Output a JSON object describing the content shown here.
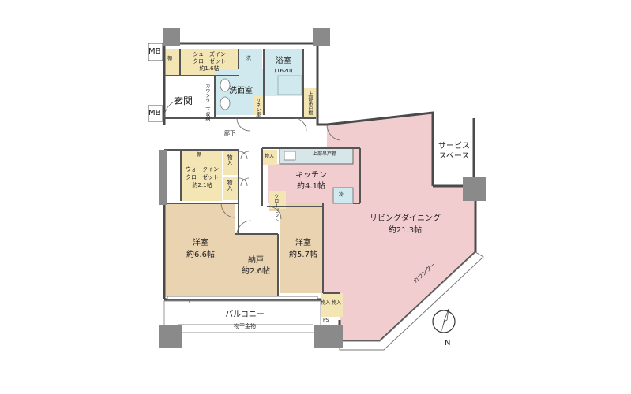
{
  "floorplan": {
    "colors": {
      "living": "#f2cdd0",
      "western": "#e9d3b0",
      "closet": "#f3e6b4",
      "wet": "#cfe9ee",
      "wall": "#4a4a4a",
      "column": "#8a8a8a",
      "floor": "#ffffff"
    },
    "rooms": {
      "living": {
        "name": "リビングダイニング",
        "area": "約21.3帖"
      },
      "kitchen": {
        "name": "キッチン",
        "area": "約4.1帖"
      },
      "western1": {
        "name": "洋室",
        "area": "約6.6帖"
      },
      "storage_room": {
        "name": "納戸",
        "area": "約2.6帖"
      },
      "western2": {
        "name": "洋室",
        "area": "約5.7帖"
      },
      "entrance": {
        "name": "玄関"
      },
      "corridor": {
        "name": "廊下"
      },
      "bath": {
        "name": "浴室",
        "size": "(1620)"
      },
      "washroom": {
        "name": "洗面室"
      },
      "shoes_closet": {
        "line1": "シューズイン",
        "line2": "クローゼット",
        "line3": "約1.6帖"
      },
      "walkin_closet": {
        "line1": "ウォークイン",
        "line2": "クローゼット",
        "line3": "約2.1帖"
      },
      "service_space": {
        "line1": "サービス",
        "line2": "スペース"
      },
      "balcony": {
        "name": "バルコニー",
        "note": "物干金物"
      }
    },
    "labels": {
      "mb_top": "MB",
      "mb_bottom": "MB",
      "ps": "PS",
      "shelf1": "棚",
      "shelf2": "棚",
      "wash": "洗",
      "counter_space": "カウンター下収納",
      "linen": "リネン庫",
      "storage_narrow": "上部吊戸棚",
      "mono_in1": "物入",
      "mono_in2": "物入",
      "mono_in3": "物入",
      "mono_in4": "物入",
      "mono_in5": "物入",
      "closet": "クローゼット",
      "upper_cabinet": "上部吊戸棚",
      "fridge": "冷",
      "counter": "カウンター",
      "north": "N"
    }
  }
}
